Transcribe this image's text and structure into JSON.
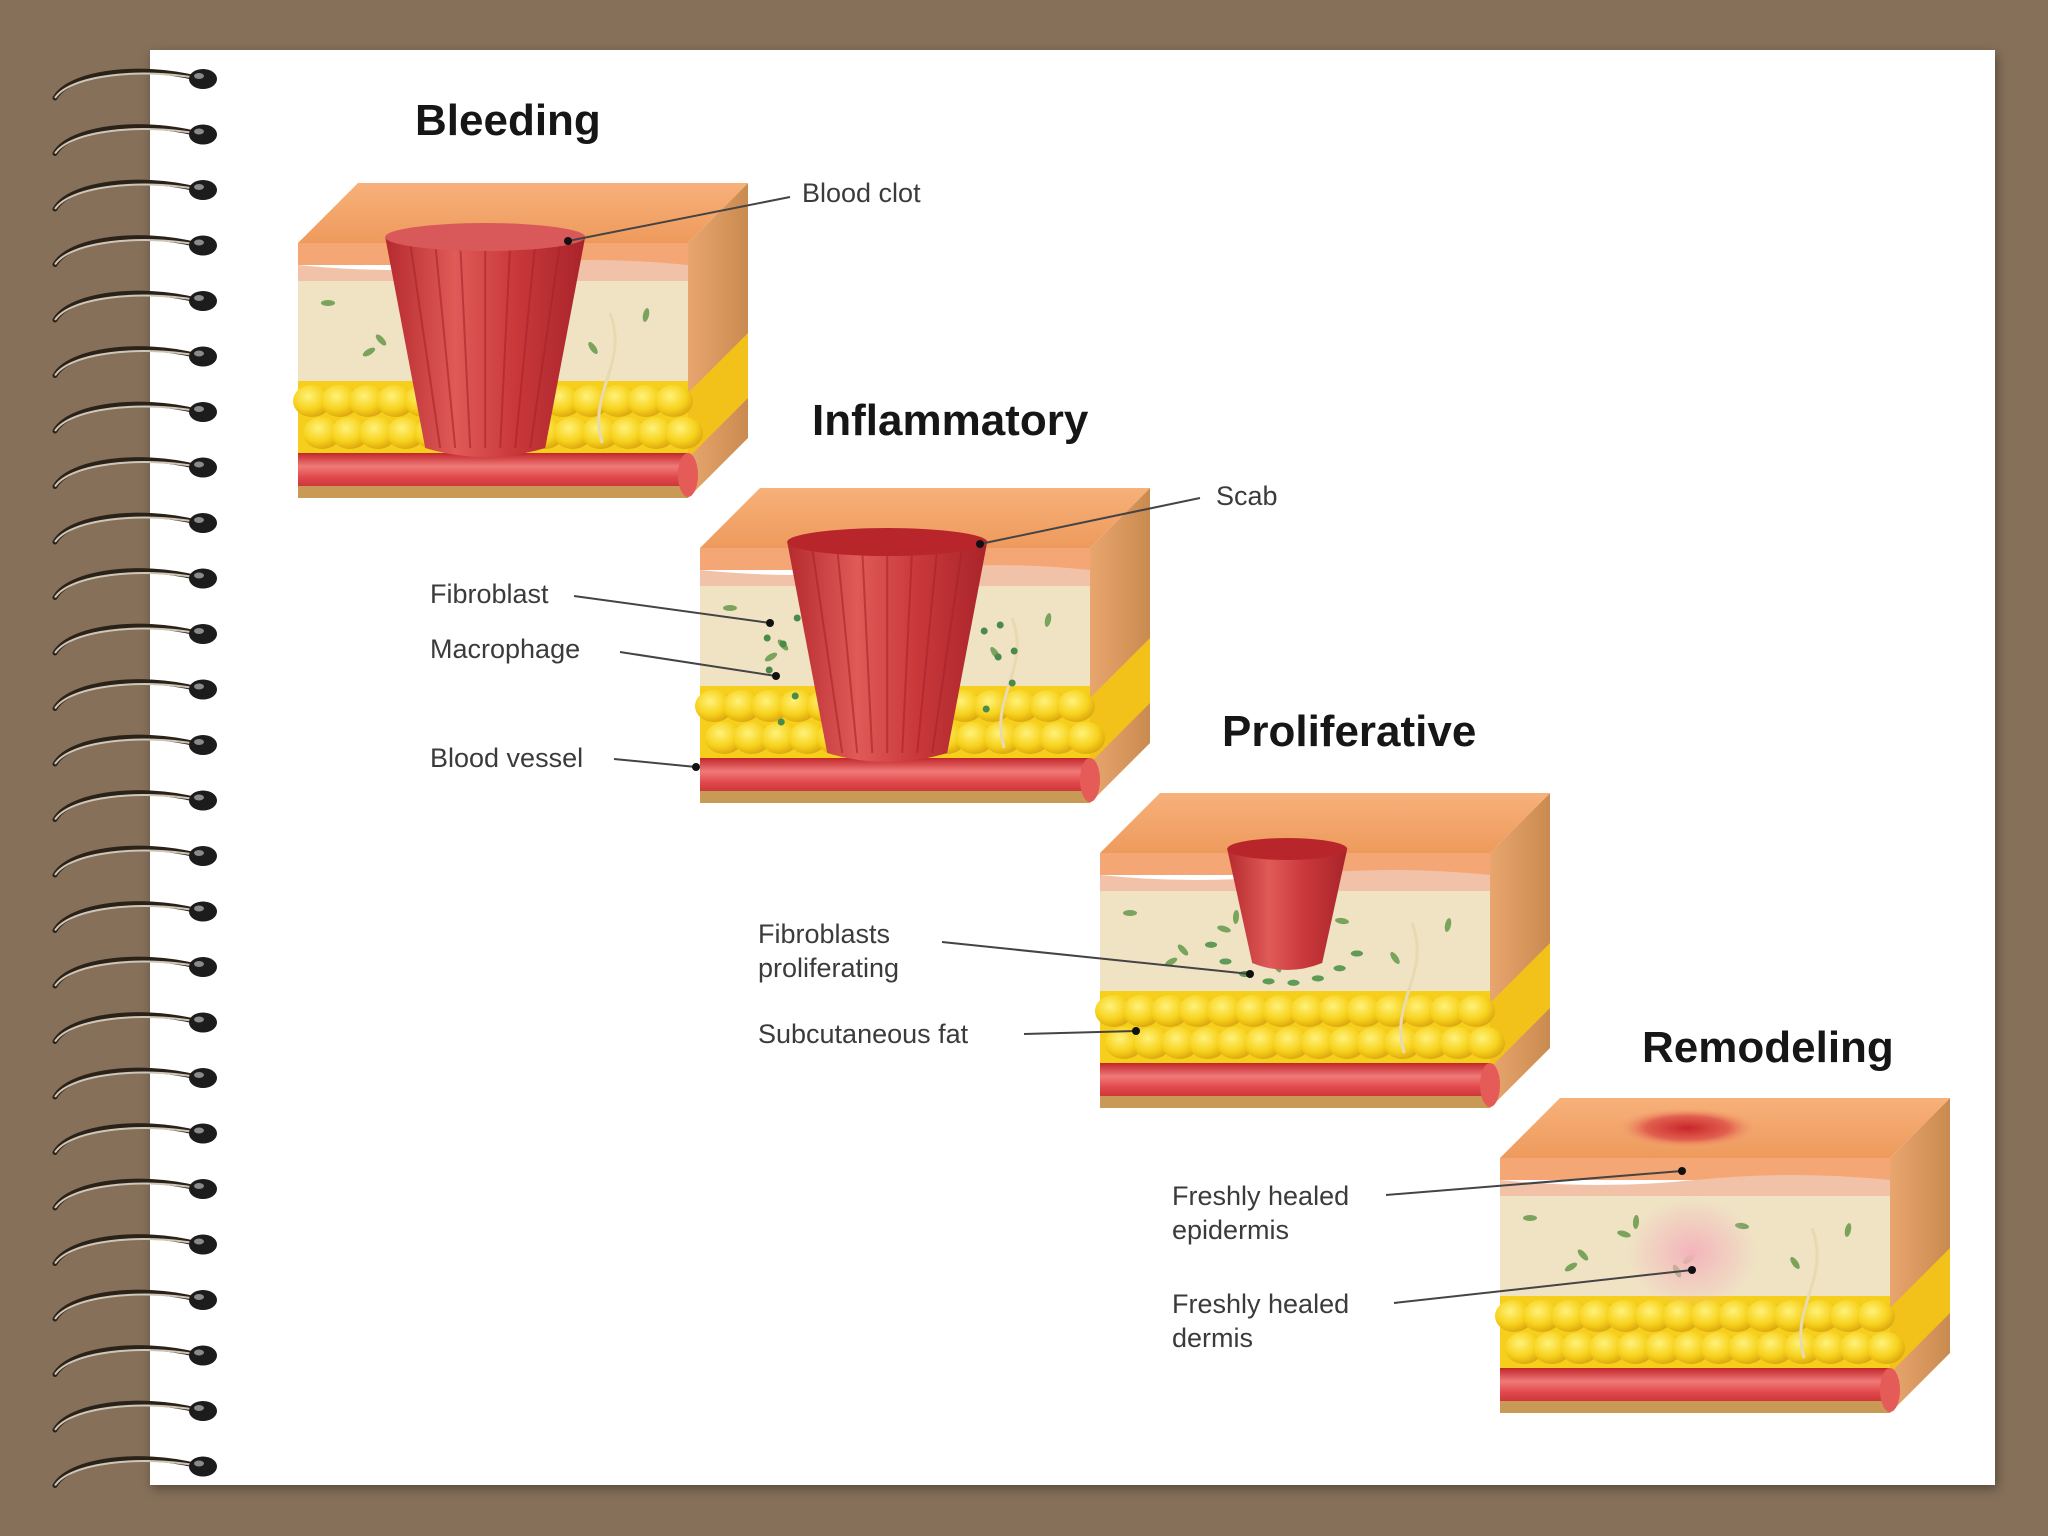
{
  "colors": {
    "frame": "#86705a",
    "paper": "#ffffff",
    "epidermis_top": "#f3a56a",
    "dermis": "#efe3c4",
    "fat": "#f5cf1c",
    "vessel": "#d63a3d",
    "clot": "#c7383a",
    "title_text": "#161616",
    "label_text": "#3b3b3b"
  },
  "stages": [
    {
      "id": "bleeding",
      "title": "Bleeding"
    },
    {
      "id": "inflammatory",
      "title": "Inflammatory"
    },
    {
      "id": "proliferative",
      "title": "Proliferative"
    },
    {
      "id": "remodeling",
      "title": "Remodeling"
    }
  ],
  "labels": {
    "blood_clot": "Blood clot",
    "scab": "Scab",
    "fibroblast": "Fibroblast",
    "macrophage": "Macrophage",
    "blood_vessel": "Blood vessel",
    "fibroblasts_proliferating": [
      "Fibroblasts",
      "proliferating"
    ],
    "subcutaneous_fat": "Subcutaneous fat",
    "freshly_healed_epidermis": [
      "Freshly healed",
      "epidermis"
    ],
    "freshly_healed_dermis": [
      "Freshly healed",
      "dermis"
    ]
  },
  "icons": [
    "spiral-binding-icon"
  ]
}
